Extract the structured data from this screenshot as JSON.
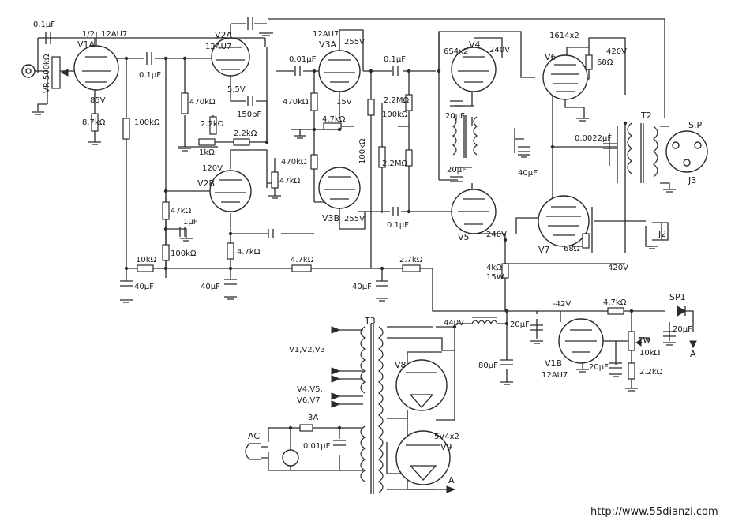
{
  "labels": [
    {
      "id": "cap-input",
      "text": "0.1μF"
    },
    {
      "id": "v1a-name",
      "text": "V1A"
    },
    {
      "id": "v1a-half",
      "text": "1/2"
    },
    {
      "id": "v1a-type",
      "text": "12AU7"
    },
    {
      "id": "vr",
      "text": "VR 500kΩ"
    },
    {
      "id": "v1a-volt",
      "text": "85V"
    },
    {
      "id": "r-8k7",
      "text": "8.7kΩ"
    },
    {
      "id": "cap-v1-v2",
      "text": "0.1μF"
    },
    {
      "id": "r-100k-a",
      "text": "100kΩ"
    },
    {
      "id": "v2a-name",
      "text": "V2A"
    },
    {
      "id": "v2a-type",
      "text": "12AU7"
    },
    {
      "id": "r-470k-a",
      "text": "470kΩ"
    },
    {
      "id": "v2a-volt",
      "text": "5.5V"
    },
    {
      "id": "r-2k2-a",
      "text": "2.2kΩ"
    },
    {
      "id": "cap-150p",
      "text": "150pF"
    },
    {
      "id": "r-2k2-b",
      "text": "2.2kΩ"
    },
    {
      "id": "r-1k",
      "text": "1kΩ"
    },
    {
      "id": "v3a-type",
      "text": "12AU7"
    },
    {
      "id": "v3a-name",
      "text": "V3A"
    },
    {
      "id": "v3a-volt",
      "text": "255V"
    },
    {
      "id": "cap-0p01",
      "text": "0.01μF"
    },
    {
      "id": "r-470k-b",
      "text": "470kΩ"
    },
    {
      "id": "v3a-cath",
      "text": "15V"
    },
    {
      "id": "r-4k7-a",
      "text": "4.7kΩ"
    },
    {
      "id": "r-470k-c",
      "text": "470kΩ"
    },
    {
      "id": "r-47k-a",
      "text": "47kΩ"
    },
    {
      "id": "r-100k-b",
      "text": "100kΩ"
    },
    {
      "id": "v3b-name",
      "text": "V3B"
    },
    {
      "id": "v3b-volt",
      "text": "255V"
    },
    {
      "id": "v2b-volt",
      "text": "120V"
    },
    {
      "id": "v2b-name",
      "text": "V2B"
    },
    {
      "id": "r-47k-b",
      "text": "47kΩ"
    },
    {
      "id": "cap-1u",
      "text": "1μF"
    },
    {
      "id": "r-100k-c",
      "text": "100kΩ"
    },
    {
      "id": "r-4k7-b",
      "text": "4.7kΩ"
    },
    {
      "id": "r-10k",
      "text": "10kΩ"
    },
    {
      "id": "cap-40u-a",
      "text": "40μF"
    },
    {
      "id": "cap-40u-b",
      "text": "40μF"
    },
    {
      "id": "r-4k7-c",
      "text": "4.7kΩ"
    },
    {
      "id": "cap-40u-c",
      "text": "40μF"
    },
    {
      "id": "r-2k7",
      "text": "2.7kΩ"
    },
    {
      "id": "cap-0p1-c",
      "text": "0.1μF"
    },
    {
      "id": "r-2m2-a",
      "text": "2.2MΩ"
    },
    {
      "id": "r-100k-d",
      "text": "100kΩ"
    },
    {
      "id": "r-2m2-b",
      "text": "2.2MΩ"
    },
    {
      "id": "cap-0p1-d",
      "text": "0.1μF"
    },
    {
      "id": "v4-type",
      "text": "6S4x2"
    },
    {
      "id": "v4-name",
      "text": "V4"
    },
    {
      "id": "v4-volt",
      "text": "240V"
    },
    {
      "id": "cap-20u-a",
      "text": "20μF"
    },
    {
      "id": "cap-20u-b",
      "text": "20μF"
    },
    {
      "id": "cap-40u-d",
      "text": "40μF"
    },
    {
      "id": "v5-name",
      "text": "V5"
    },
    {
      "id": "v5-volt",
      "text": "240V"
    },
    {
      "id": "v6-type",
      "text": "1614x2"
    },
    {
      "id": "v6-name",
      "text": "V6"
    },
    {
      "id": "v6-volt",
      "text": "420V"
    },
    {
      "id": "r-68-a",
      "text": "68Ω"
    },
    {
      "id": "cap-0p0022",
      "text": "0.0022μF"
    },
    {
      "id": "t2-name",
      "text": "T2"
    },
    {
      "id": "sp-name",
      "text": "S.P"
    },
    {
      "id": "j3-name",
      "text": "J3"
    },
    {
      "id": "j2-name",
      "text": "J2"
    },
    {
      "id": "v7-name",
      "text": "V7"
    },
    {
      "id": "r-68-b",
      "text": "68Ω"
    },
    {
      "id": "r-4k",
      "text": "4kΩ"
    },
    {
      "id": "r-15w",
      "text": "15W"
    },
    {
      "id": "v7-volt",
      "text": "420V"
    },
    {
      "id": "bias-volt",
      "text": "-42V"
    },
    {
      "id": "r-4k7-d",
      "text": "4.7kΩ"
    },
    {
      "id": "sp1-name",
      "text": "SP1"
    },
    {
      "id": "cap-20u-c",
      "text": "20μF"
    },
    {
      "id": "t3-name",
      "text": "T3"
    },
    {
      "id": "hv-volt",
      "text": "440V"
    },
    {
      "id": "cap-20u-d",
      "text": "20μF"
    },
    {
      "id": "v1b-name",
      "text": "V1B"
    },
    {
      "id": "v1b-type",
      "text": "12AU7"
    },
    {
      "id": "cap-20u-e",
      "text": "20μF"
    },
    {
      "id": "r-2w",
      "text": "2W"
    },
    {
      "id": "r-10k-b",
      "text": "10kΩ"
    },
    {
      "id": "r-2k2-c",
      "text": "2.2kΩ"
    },
    {
      "id": "cap-80u",
      "text": "80μF"
    },
    {
      "id": "heater-1",
      "text": "V1,V2,V3"
    },
    {
      "id": "heater-2a",
      "text": "V4,V5,"
    },
    {
      "id": "heater-2b",
      "text": "V6,V7"
    },
    {
      "id": "v8-name",
      "text": "V8"
    },
    {
      "id": "rect-type",
      "text": "5V4x2"
    },
    {
      "id": "v9-name",
      "text": "V9"
    },
    {
      "id": "fuse",
      "text": "3A"
    },
    {
      "id": "cap-ac",
      "text": "0.01μF"
    },
    {
      "id": "ac",
      "text": "AC"
    },
    {
      "id": "arrow-a-1",
      "text": "A"
    },
    {
      "id": "arrow-a-2",
      "text": "A"
    },
    {
      "id": "watermark",
      "text": "http://www.55dianzi.com"
    }
  ]
}
